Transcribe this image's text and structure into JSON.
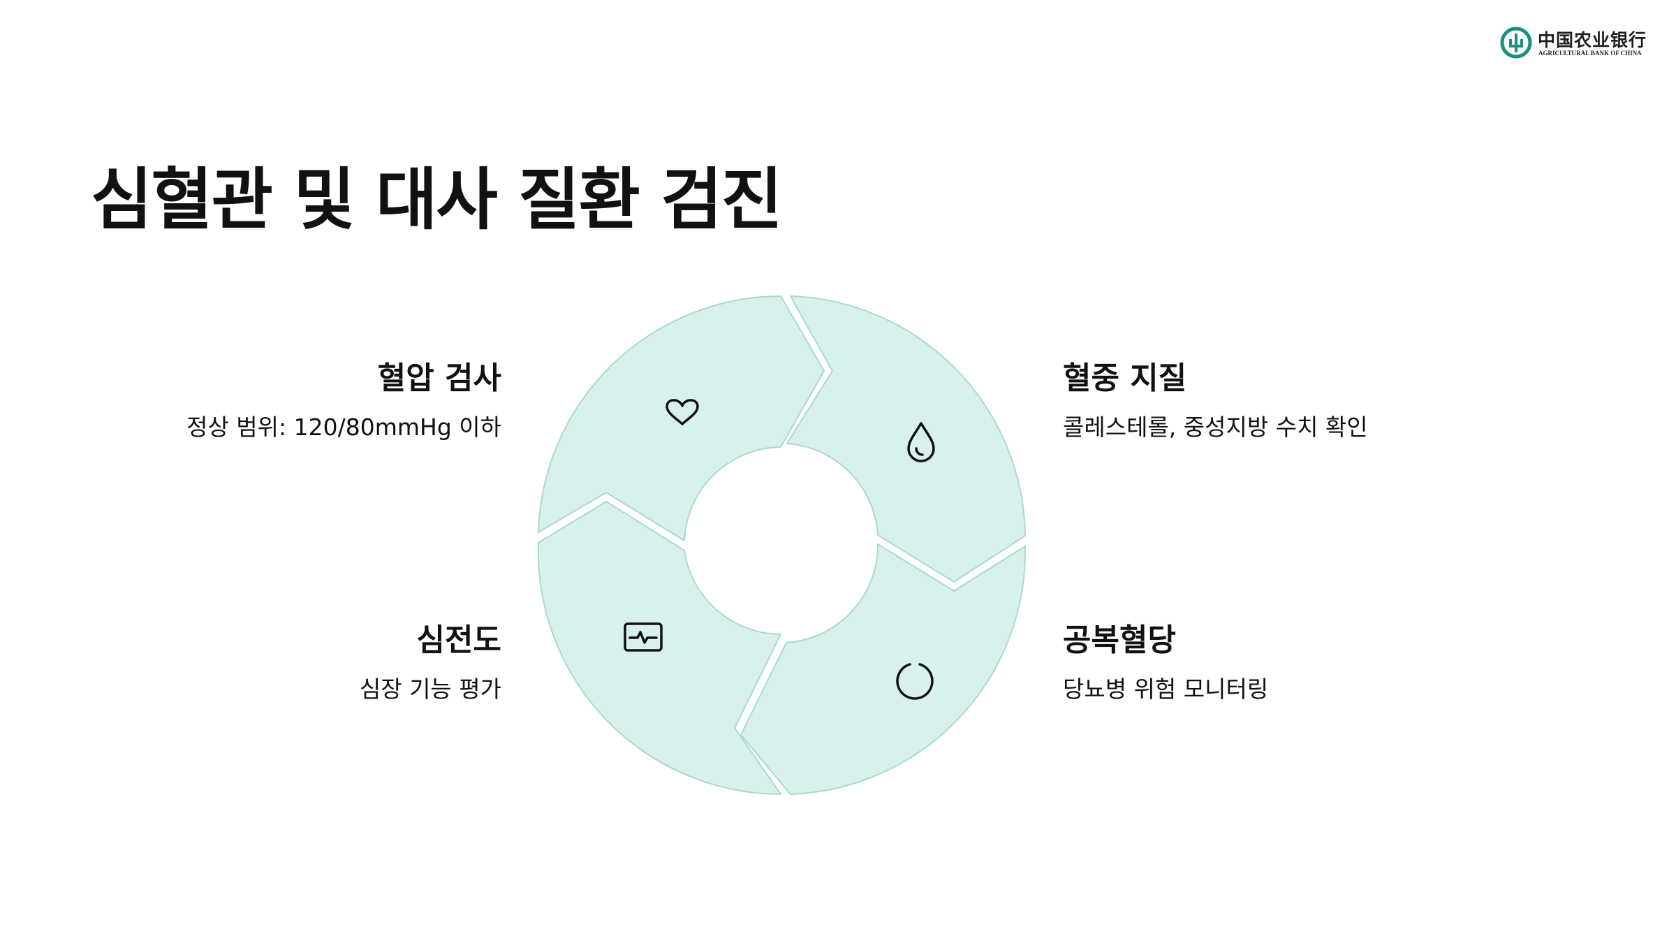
{
  "brand": {
    "name_cn": "中国农业银行",
    "name_en": "AGRICULTURAL BANK OF CHINA",
    "color": "#1a8f7e"
  },
  "page_title": "심혈관 및 대사 질환 검진",
  "cycle": {
    "segment_fill": "#d8f1ed",
    "segment_stroke": "#a9d9d0",
    "icon_color": "#111111",
    "items": [
      {
        "key": "bp",
        "title": "혈압 검사",
        "desc": "정상 범위: 120/80mmHg 이하",
        "icon": "heart-icon"
      },
      {
        "key": "lipid",
        "title": "혈중 지질",
        "desc": "콜레스테롤, 중성지방 수치 확인",
        "icon": "droplet-icon"
      },
      {
        "key": "glucose",
        "title": "공복혈당",
        "desc": "당뇨병 위험 모니터링",
        "icon": "circle-loading-icon"
      },
      {
        "key": "ecg",
        "title": "심전도",
        "desc": "심장 기능 평가",
        "icon": "ecg-monitor-icon"
      }
    ]
  }
}
